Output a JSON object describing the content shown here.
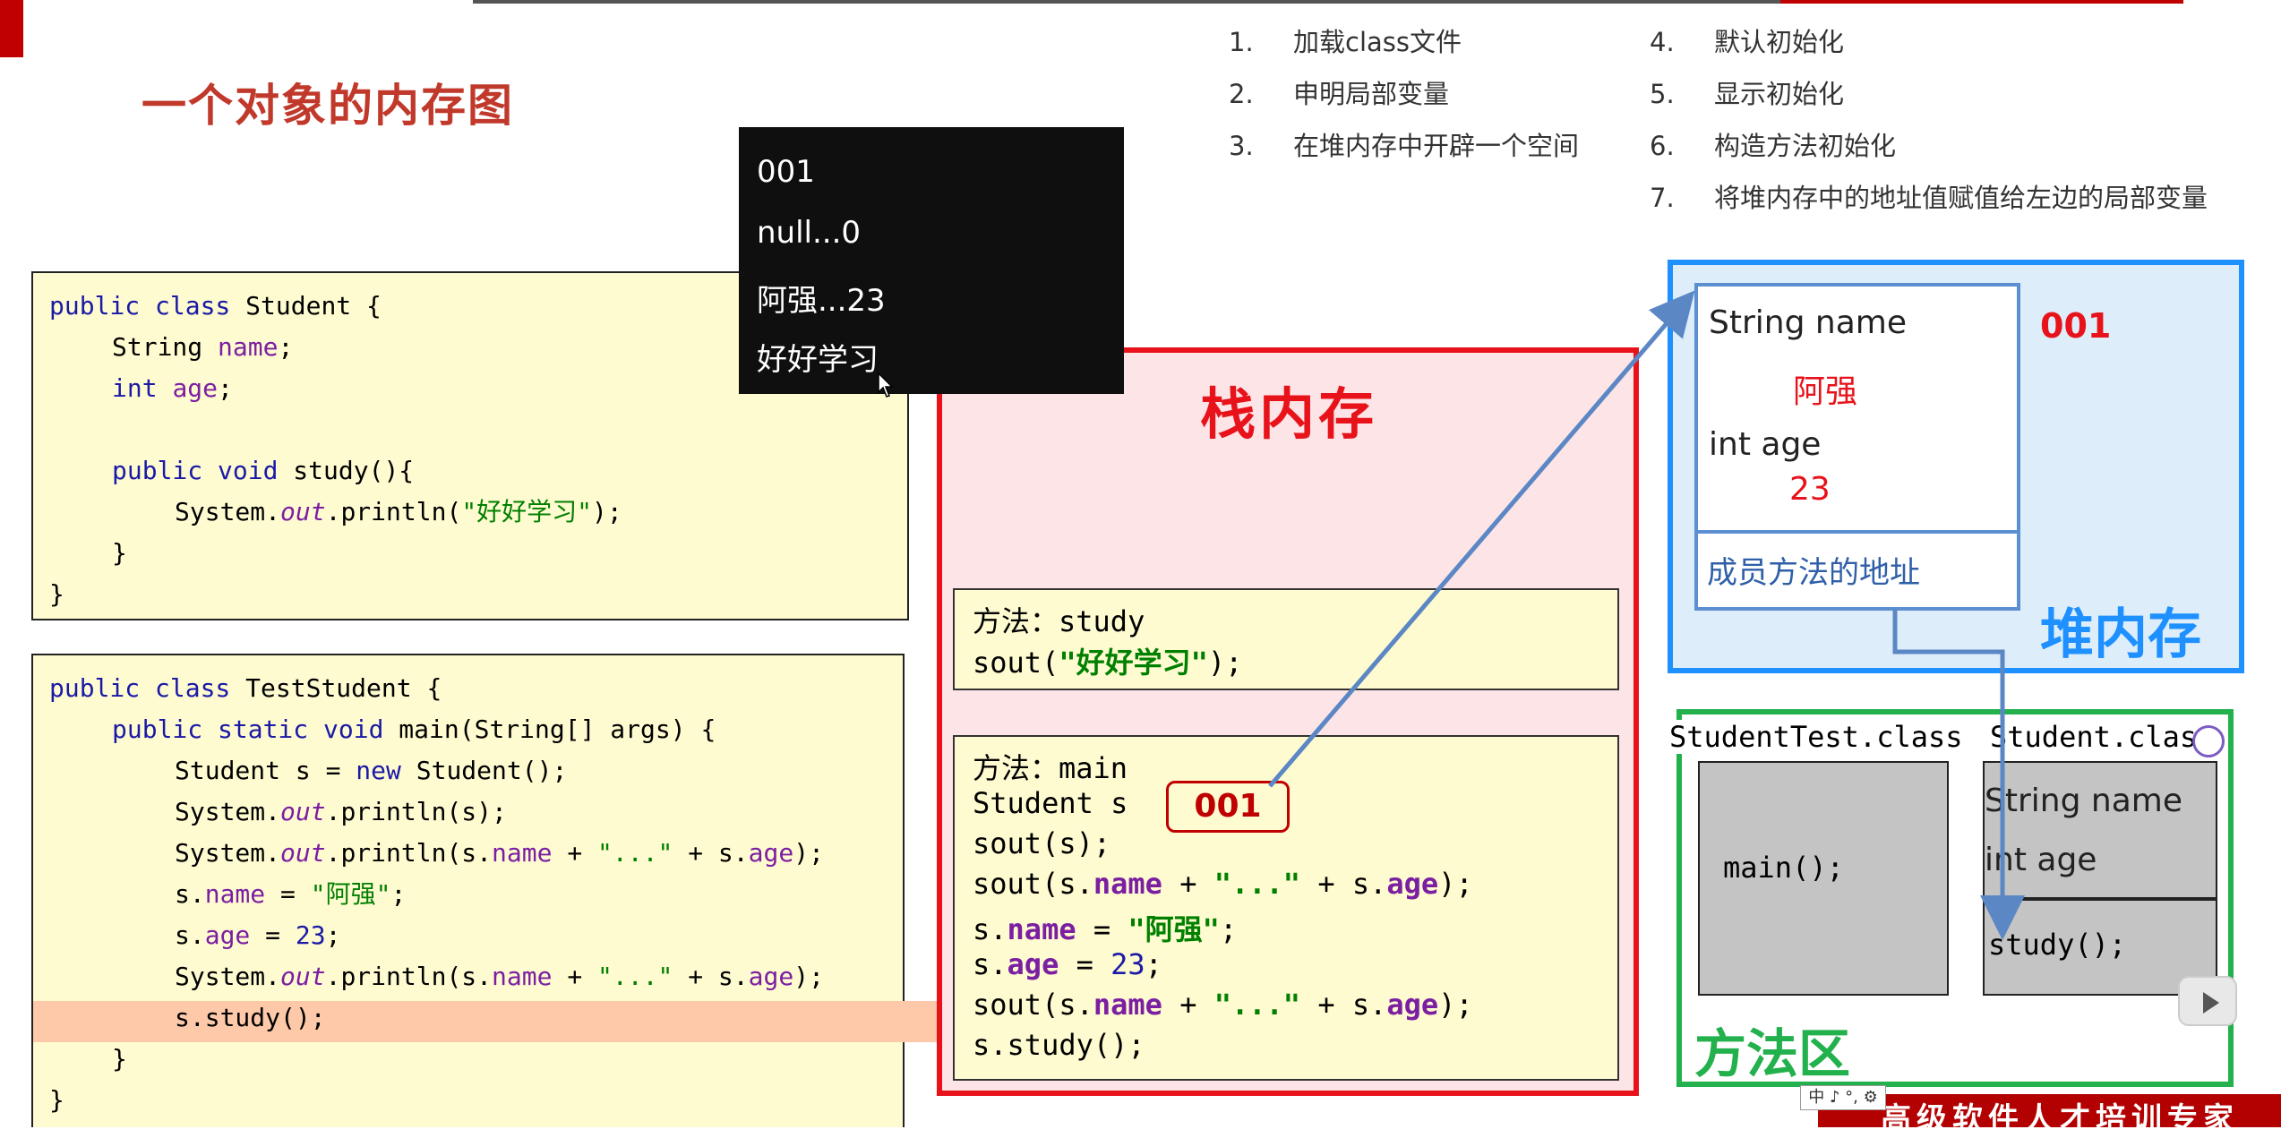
{
  "title": "一个对象的内存图",
  "steps": [
    {
      "num": "1.",
      "text": "加载class文件"
    },
    {
      "num": "2.",
      "text": "申明局部变量"
    },
    {
      "num": "3.",
      "text": "在堆内存中开辟一个空间"
    },
    {
      "num": "4.",
      "text": "默认初始化"
    },
    {
      "num": "5.",
      "text": "显示初始化"
    },
    {
      "num": "6.",
      "text": "构造方法初始化"
    },
    {
      "num": "7.",
      "text": "将堆内存中的地址值赋值给左边的局部变量"
    }
  ],
  "student_code": {
    "line1": "public class Student {",
    "line2_type": "String ",
    "line2_field": "name",
    "line3_type": "int ",
    "line3_field": "age",
    "line5": "public void study(){",
    "line6_a": "System.",
    "line6_out": "out",
    "line6_b": ".println(",
    "line6_str": "\"好好学习\"",
    "line6_c": ");",
    "line7": "}",
    "line8": "}"
  },
  "test_code": {
    "line1": "public class TestStudent {",
    "line2": "public static void main(String[] args) {",
    "line3": "Student s = new Student();",
    "line4": "System.out.println(s);",
    "line5": "System.out.println(s.name + \"...\" + s.age);",
    "line6": "s.name = \"阿强\";",
    "line7": "s.age = 23;",
    "line8": "System.out.println(s.name + \"...\" + s.age);",
    "line9": "s.study();",
    "line10": "}",
    "line11": "}"
  },
  "console": {
    "lines": [
      "001",
      "null...0",
      "阿强...23",
      "好好学习"
    ]
  },
  "stack": {
    "title": "栈内存",
    "study_frame": [
      "方法：study",
      "sout(\"好好学习\");"
    ],
    "main_frame": {
      "line1": "方法：main",
      "line2": "Student s",
      "address": "001",
      "line3": "sout(s);",
      "line4": "sout(s.name + \"...\" + s.age);",
      "line5": "s.name = \"阿强\";",
      "line6": "s.age = 23;",
      "line7": "sout(s.name + \"...\" + s.age);",
      "line8": "s.study();"
    }
  },
  "heap": {
    "title": "堆内存",
    "address": "001",
    "field_name_label": "String name",
    "field_name_value": "阿强",
    "field_age_label": "int age",
    "field_age_value": "23",
    "methods_label": "成员方法的地址"
  },
  "method_area": {
    "title": "方法区",
    "test_class_label": "StudentTest.class",
    "student_class_label": "Student.class",
    "main_method": "main();",
    "student_fields": [
      "String name",
      "int age"
    ],
    "study_method": "study();"
  },
  "brand": "高级软件人才培训专家",
  "ime_indicator": "中 ♪ °, ⚙",
  "colors": {
    "title": "#c0392b",
    "stack_border": "#e8121b",
    "heap_border": "#1e90ff",
    "method_border": "#22b14c",
    "arrow": "#5b87c5"
  }
}
